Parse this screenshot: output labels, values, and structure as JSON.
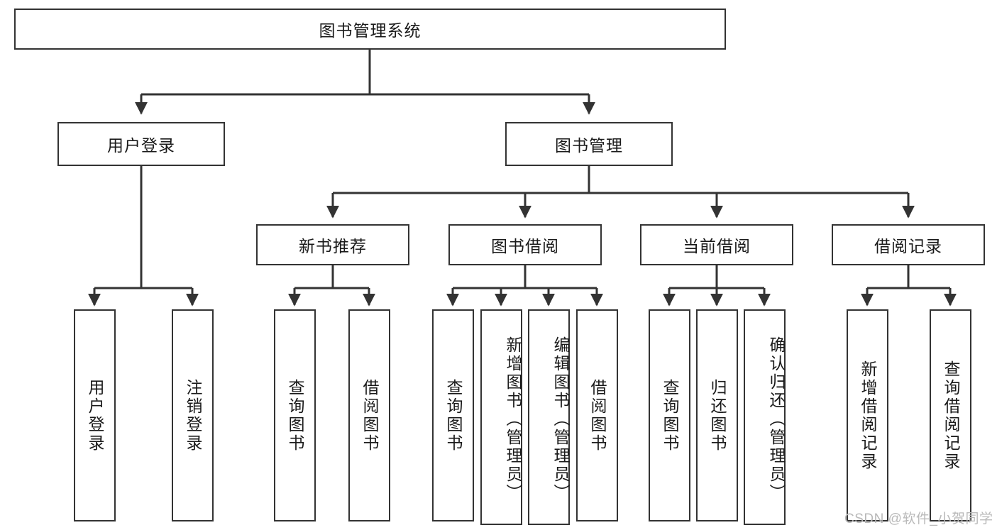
{
  "diagram": {
    "title": "图书管理系统",
    "watermark": "CSDN @软件_小贺同学",
    "style": {
      "border_color": "#333333",
      "background": "#ffffff",
      "text_color": "#1a1a1a",
      "watermark_color": "#b9b9b9"
    },
    "nodes": {
      "root": "图书管理系统",
      "level2": [
        "用户登录",
        "图书管理"
      ],
      "level3": [
        "新书推荐",
        "图书借阅",
        "当前借阅",
        "借阅记录"
      ],
      "leaves": {
        "user_login": [
          "用户登录",
          "注销登录"
        ],
        "new_book_rec": [
          "查询图书",
          "借阅图书"
        ],
        "book_borrow": [
          "查询图书",
          "新增图书（管理员）",
          "编辑图书（管理员）",
          "借阅图书"
        ],
        "current_borrow": [
          "查询图书",
          "归还图书",
          "确认归还（管理员）"
        ],
        "borrow_record": [
          "新增借阅记录",
          "查询借阅记录"
        ]
      }
    }
  }
}
